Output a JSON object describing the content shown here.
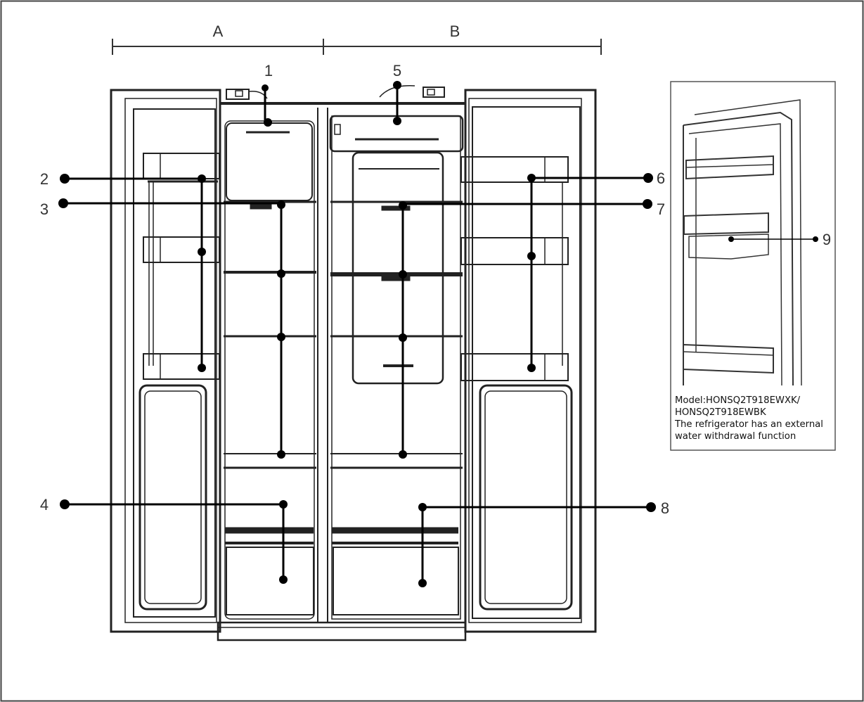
{
  "sections": {
    "a": "A",
    "b": "B"
  },
  "callouts": {
    "c1": "1",
    "c2": "2",
    "c3": "3",
    "c4": "4",
    "c5": "5",
    "c6": "6",
    "c7": "7",
    "c8": "8",
    "c9": "9"
  },
  "inset": {
    "line1": "Model:HONSQ2T918EWXK/",
    "line2": "HONSQ2T918EWBK",
    "line3": "The refrigerator has an external",
    "line4": "water withdrawal function"
  }
}
